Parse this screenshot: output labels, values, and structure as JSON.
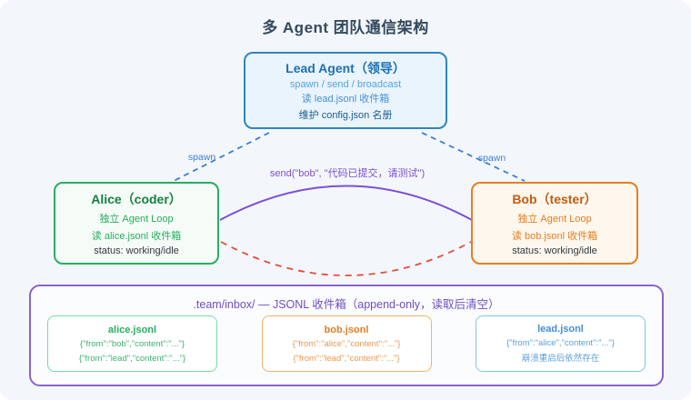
{
  "title": "多 Agent 团队通信架构",
  "colors": {
    "canvas_bg": "#f3f7fb",
    "lead_border": "#2e86c1",
    "alice_border": "#27ae60",
    "bob_border": "#e67e22",
    "inbox_border": "#8a63c9",
    "spawn_line": "#3b7fd2",
    "send_curve": "#7c4fd6",
    "red_curve": "#e74c3c"
  },
  "nodes": {
    "lead": {
      "title": "Lead Agent（领导）",
      "lines": [
        "spawn / send / broadcast",
        "读 lead.jsonl 收件箱",
        "维护 config.json 名册"
      ]
    },
    "alice": {
      "title": "Alice（coder）",
      "lines": [
        "独立 Agent Loop",
        "读 alice.jsonl 收件箱",
        "status: working/idle"
      ]
    },
    "bob": {
      "title": "Bob（tester）",
      "lines": [
        "独立 Agent Loop",
        "读 bob.jsonl 收件箱",
        "status: working/idle"
      ]
    }
  },
  "edges": {
    "spawn_left_label": "spawn",
    "spawn_right_label": "spawn",
    "send_label": "send(\"bob\", \"代码已提交，请测试\")"
  },
  "inbox": {
    "title": ".team/inbox/ — JSONL 收件箱（append-only，读取后清空）",
    "files": [
      {
        "name": "alice.jsonl",
        "lines": [
          "{\"from\":\"bob\",\"content\":\"...\"}",
          "{\"from\":\"lead\",\"content\":\"...\"}"
        ]
      },
      {
        "name": "bob.jsonl",
        "lines": [
          "{\"from\":\"alice\",\"content\":\"...\"}",
          "{\"from\":\"lead\",\"content\":\"...\"}"
        ]
      },
      {
        "name": "lead.jsonl",
        "lines": [
          "{\"from\":\"alice\",\"content\":\"...\"}",
          "崩溃重启后依然存在"
        ]
      }
    ]
  }
}
